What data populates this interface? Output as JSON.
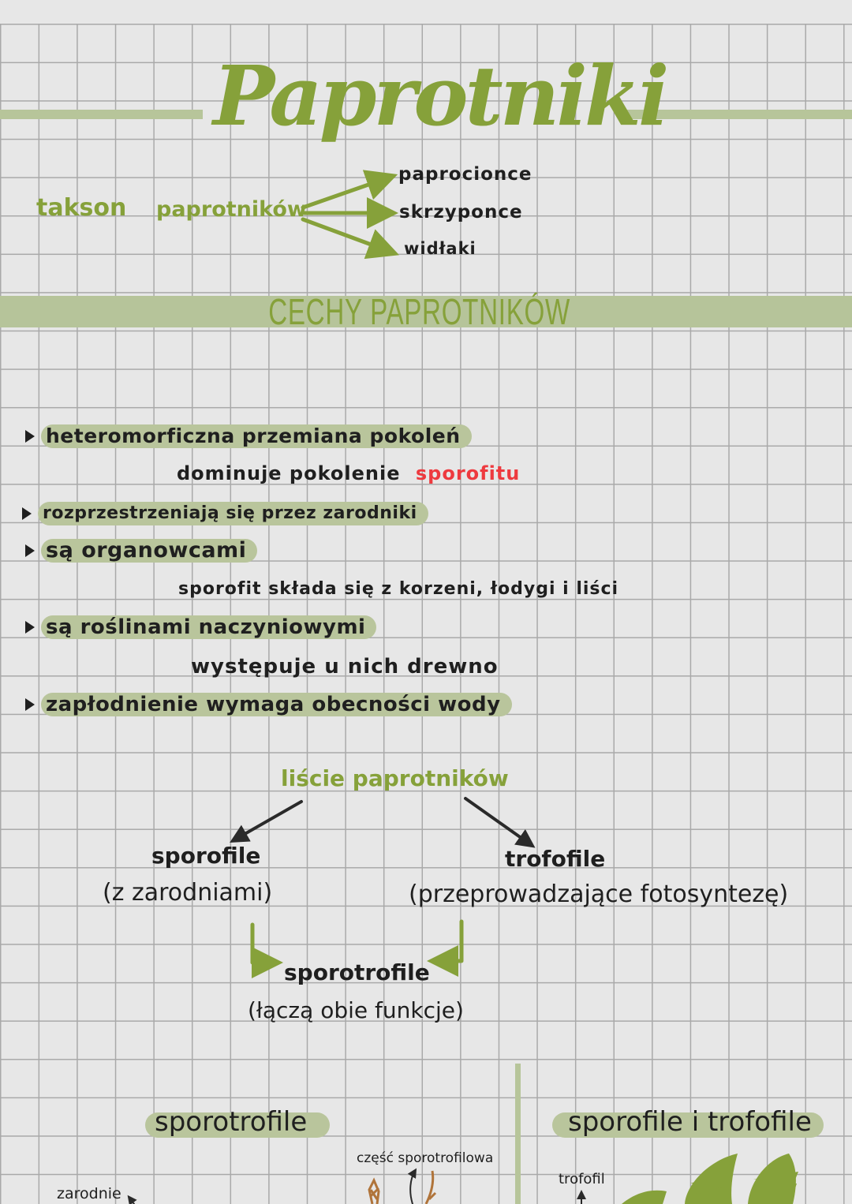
{
  "page": {
    "title": "Paprotniki",
    "colors": {
      "accent_green": "#86a13a",
      "highlight_green": "#b9c59c",
      "emphasis_red": "#ee3a3f",
      "background": "#e7e7e7",
      "grid_line": "#a9a9a9"
    }
  },
  "taxon": {
    "label": "takson",
    "name": "paprotników",
    "branches": [
      "paprocionce",
      "skrzyponce",
      "widłaki"
    ]
  },
  "section": {
    "title": "CECHY PAPROTNIKÓW"
  },
  "features": [
    {
      "bullet": "heteromorficzna przemiana pokoleń",
      "detail_prefix": "dominuje pokolenie",
      "detail_emphasis": "sporofitu"
    },
    {
      "bullet": "rozprzestrzeniają się przez zarodniki"
    },
    {
      "bullet": "są organowcami",
      "detail": "sporofit składa się z korzeni, łodygi i liści"
    },
    {
      "bullet": "są roślinami naczyniowymi",
      "detail": "występuje u nich drewno"
    },
    {
      "bullet": "zapłodnienie wymaga obecności wody"
    }
  ],
  "leaves": {
    "title": "liście paprotników",
    "left": {
      "name": "sporofile",
      "desc": "(z zarodniami)"
    },
    "right": {
      "name": "trofofile",
      "desc": "(przeprowadzające fotosyntezę)"
    },
    "combined": {
      "name": "sporotrofile",
      "desc": "(łączą obie funkcje)"
    }
  },
  "bottom": {
    "left_heading": "sporotrofile",
    "right_heading": "sporofile i trofofile",
    "labels": {
      "zarodnie": "zarodnie",
      "czesc": "część sporotrofilowa",
      "trofofil": "trofofil"
    }
  }
}
